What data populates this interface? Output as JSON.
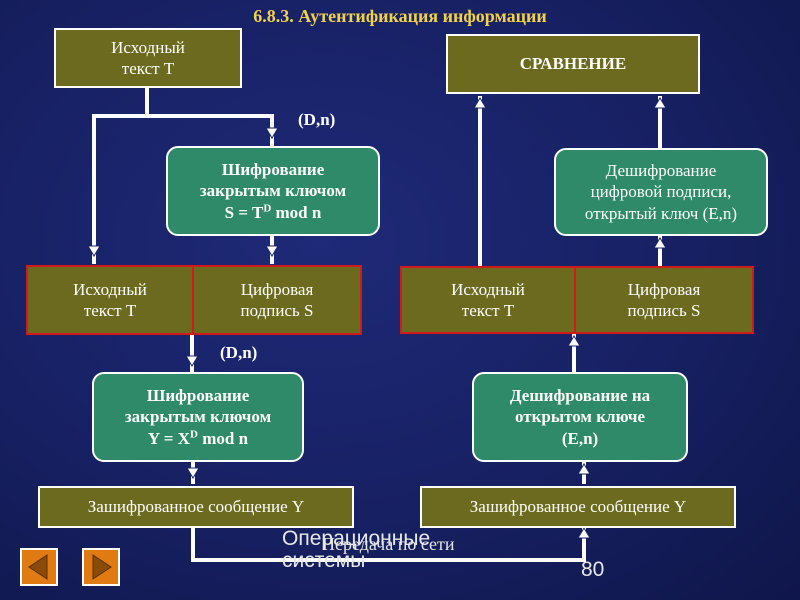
{
  "slide": {
    "title": "6.8.3. Аутентификация информации",
    "page_number": "80",
    "footer_left": "Операционные\nсистемы",
    "transfer_label": "Передача по сети"
  },
  "left": {
    "source_text": "Исходный\nтекст T",
    "encrypt_sign": "Шифрование\nзакрытым ключом\nS = T",
    "encrypt_sign_sup": "D",
    "encrypt_sign_tail": " mod n",
    "key_label_1": "(D,n)",
    "pair_text": "Исходный\nтекст T",
    "pair_sig": "Цифровая\nподпись S",
    "key_label_2": "(D,n)",
    "encrypt_msg": "Шифрование\nзакрытым ключом\nY = X",
    "encrypt_msg_sup": "D",
    "encrypt_msg_tail": " mod n",
    "encrypted": "Зашифрованное сообщение Y"
  },
  "right": {
    "compare": "СРАВНЕНИЕ",
    "decrypt_sig": "Дешифрование\nцифровой подписи,\nоткрытый ключ (E,n)",
    "pair_text": "Исходный\nтекст T",
    "pair_sig": "Цифровая\nподпись S",
    "decrypt_msg": "Дешифрование на\nоткрытом ключе\n(E,n)",
    "encrypted": "Зашифрованное сообщение Y"
  },
  "colors": {
    "background": "#172062",
    "olive": "#6b6a1e",
    "green": "#2e8a68",
    "red_border": "#d11a1a",
    "title": "#f2d24a",
    "nav_button": "#e07a12"
  }
}
